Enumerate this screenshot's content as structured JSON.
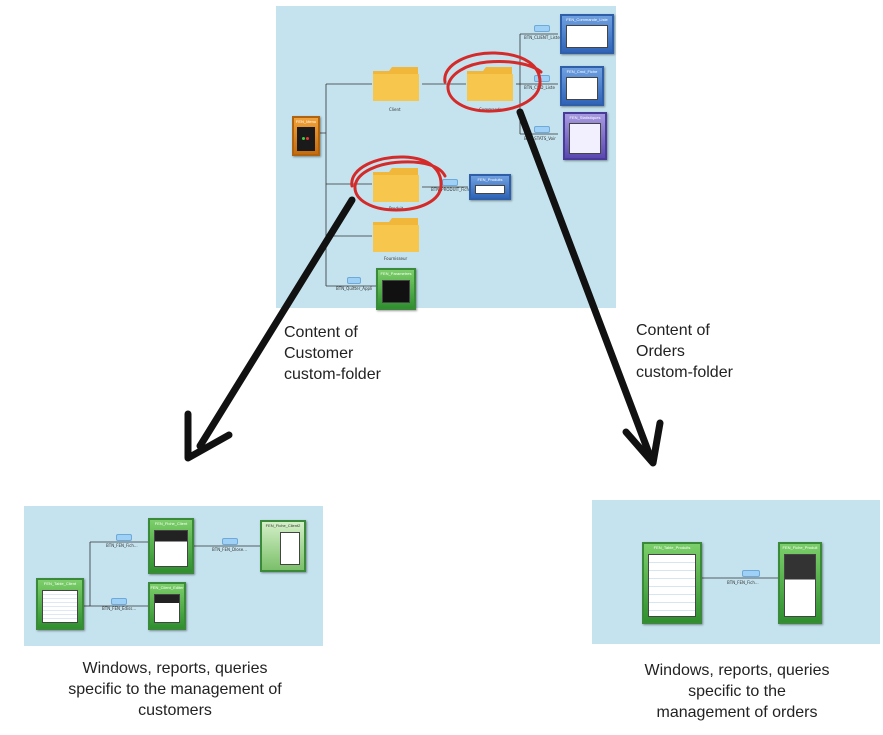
{
  "top_diagram": {
    "root_window_title": "FEN_Menu",
    "folders": [
      {
        "label": "Client"
      },
      {
        "label": "Commande"
      },
      {
        "label": "Produit"
      },
      {
        "label": "Fournisseur"
      }
    ],
    "links": [
      {
        "label": "BTN_CLIENT_Liste"
      },
      {
        "label": "BTN_PRODUIT_Fiche"
      },
      {
        "label": "BTN_CMD_Liste"
      },
      {
        "label": "BTN_STATS_Voir"
      },
      {
        "label": "BTN_Quitter_Appli"
      }
    ],
    "windows": [
      {
        "title": "FEN_Commande_Liste"
      },
      {
        "title": "FEN_Cmd_Fiche"
      },
      {
        "title": "FEN_Statistiques"
      },
      {
        "title": "FEN_Produits"
      },
      {
        "title": "FEN_Parametres"
      }
    ],
    "highlight_color": "#d42a2a"
  },
  "annotations": {
    "customer": [
      "Content of",
      "Customer",
      "custom-folder"
    ],
    "orders": [
      "Content of",
      "Orders",
      "custom-folder"
    ]
  },
  "customers_panel": {
    "windows": [
      {
        "title": "FEN_Table_Client"
      },
      {
        "title": "FEN_Fiche_Client"
      },
      {
        "title": "FEN_Client_Editer"
      },
      {
        "title": "FEN_Fiche_Client2"
      }
    ],
    "links": [
      {
        "label": "BTN_FEN_Fich..."
      },
      {
        "label": "BTN_FEN_Ediss..."
      },
      {
        "label": "BTN_FEN_Dlose..."
      }
    ]
  },
  "orders_panel": {
    "windows": [
      {
        "title": "FEN_Table_Produits"
      },
      {
        "title": "FEN_Fiche_Produit"
      }
    ],
    "links": [
      {
        "label": "BTN_FEN_Fich..."
      }
    ]
  },
  "captions": {
    "customers": [
      "Windows, reports, queries",
      "specific to the management of",
      "customers"
    ],
    "orders": [
      "Windows, reports, queries",
      "specific to the",
      "management of orders"
    ]
  }
}
